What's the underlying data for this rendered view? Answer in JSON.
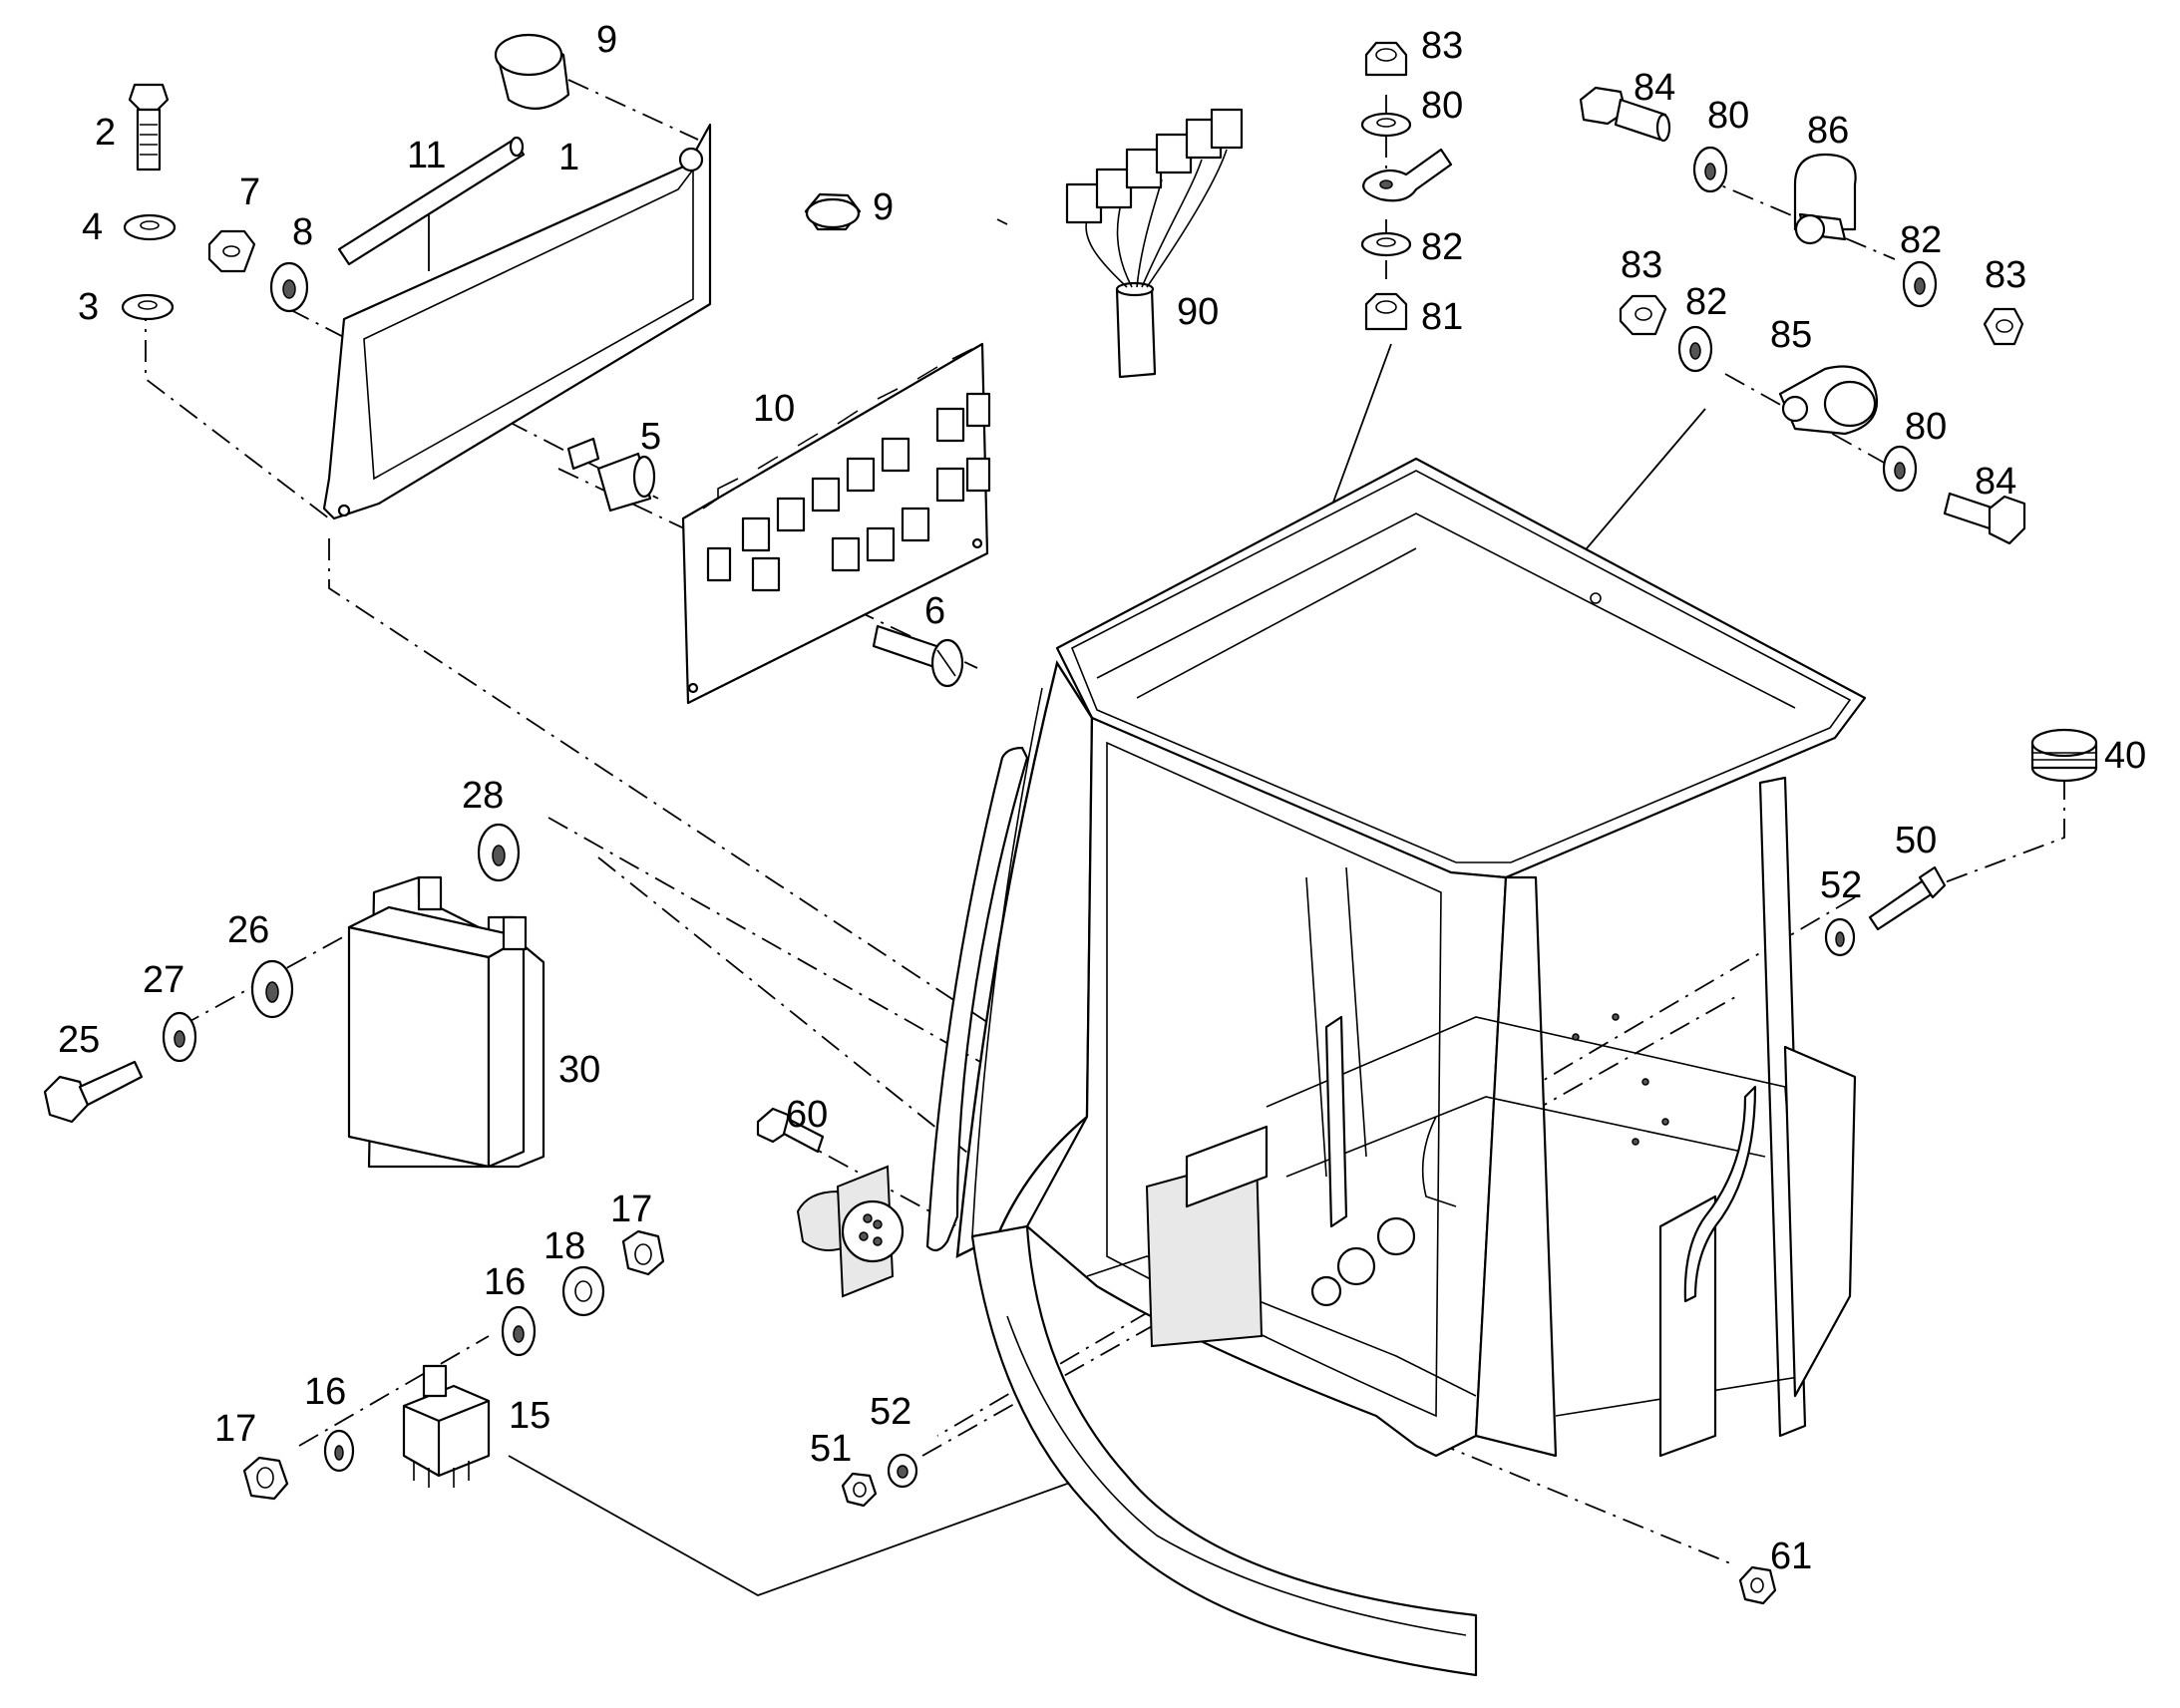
{
  "callouts": [
    {
      "id": "c2",
      "text": "2"
    },
    {
      "id": "c4",
      "text": "4"
    },
    {
      "id": "c3",
      "text": "3"
    },
    {
      "id": "c7",
      "text": "7"
    },
    {
      "id": "c8",
      "text": "8"
    },
    {
      "id": "c11",
      "text": "11"
    },
    {
      "id": "c1",
      "text": "1"
    },
    {
      "id": "c9a",
      "text": "9"
    },
    {
      "id": "c9b",
      "text": "9"
    },
    {
      "id": "c10",
      "text": "10"
    },
    {
      "id": "c5",
      "text": "5"
    },
    {
      "id": "c6",
      "text": "6"
    },
    {
      "id": "c90",
      "text": "90"
    },
    {
      "id": "c83a",
      "text": "83"
    },
    {
      "id": "c80a",
      "text": "80"
    },
    {
      "id": "c82a",
      "text": "82"
    },
    {
      "id": "c81",
      "text": "81"
    },
    {
      "id": "c84a",
      "text": "84"
    },
    {
      "id": "c80b",
      "text": "80"
    },
    {
      "id": "c86",
      "text": "86"
    },
    {
      "id": "c82b",
      "text": "82"
    },
    {
      "id": "c83b",
      "text": "83"
    },
    {
      "id": "c83c",
      "text": "83"
    },
    {
      "id": "c82c",
      "text": "82"
    },
    {
      "id": "c85",
      "text": "85"
    },
    {
      "id": "c80c",
      "text": "80"
    },
    {
      "id": "c84b",
      "text": "84"
    },
    {
      "id": "c40",
      "text": "40"
    },
    {
      "id": "c50",
      "text": "50"
    },
    {
      "id": "c52a",
      "text": "52"
    },
    {
      "id": "c28",
      "text": "28"
    },
    {
      "id": "c26",
      "text": "26"
    },
    {
      "id": "c27",
      "text": "27"
    },
    {
      "id": "c25",
      "text": "25"
    },
    {
      "id": "c30",
      "text": "30"
    },
    {
      "id": "c60",
      "text": "60"
    },
    {
      "id": "c17a",
      "text": "17"
    },
    {
      "id": "c18",
      "text": "18"
    },
    {
      "id": "c16a",
      "text": "16"
    },
    {
      "id": "c16b",
      "text": "16"
    },
    {
      "id": "c17b",
      "text": "17"
    },
    {
      "id": "c15",
      "text": "15"
    },
    {
      "id": "c51",
      "text": "51"
    },
    {
      "id": "c52b",
      "text": "52"
    },
    {
      "id": "c61",
      "text": "61"
    }
  ]
}
